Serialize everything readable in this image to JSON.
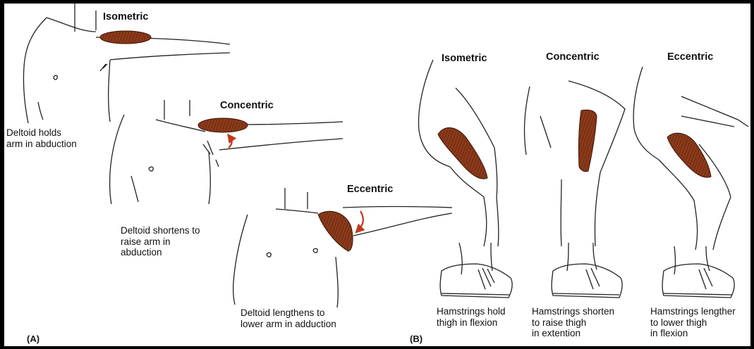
{
  "panel_a": {
    "tag": "(A)",
    "isometric": {
      "title": "Isometric",
      "caption": "Deltoid holds\narm in abduction"
    },
    "concentric": {
      "title": "Concentric",
      "caption": "Deltoid shortens to\nraise arm in\nabduction"
    },
    "eccentric": {
      "title": "Eccentric",
      "caption": "Deltoid lengthens to\nlower arm in adduction"
    }
  },
  "panel_b": {
    "tag": "(B)",
    "isometric": {
      "title": "Isometric",
      "caption": "Hamstrings hold\nthigh in flexion"
    },
    "concentric": {
      "title": "Concentric",
      "caption": "Hamstrings shorten\nto raise thigh\nin extention"
    },
    "eccentric": {
      "title": "Eccentric",
      "caption": "Hamstrings lengther\nto lower thigh\nin flexion"
    }
  },
  "colors": {
    "muscle": "#8b3a1a",
    "arrow": "#c0391b",
    "line": "#222222"
  }
}
